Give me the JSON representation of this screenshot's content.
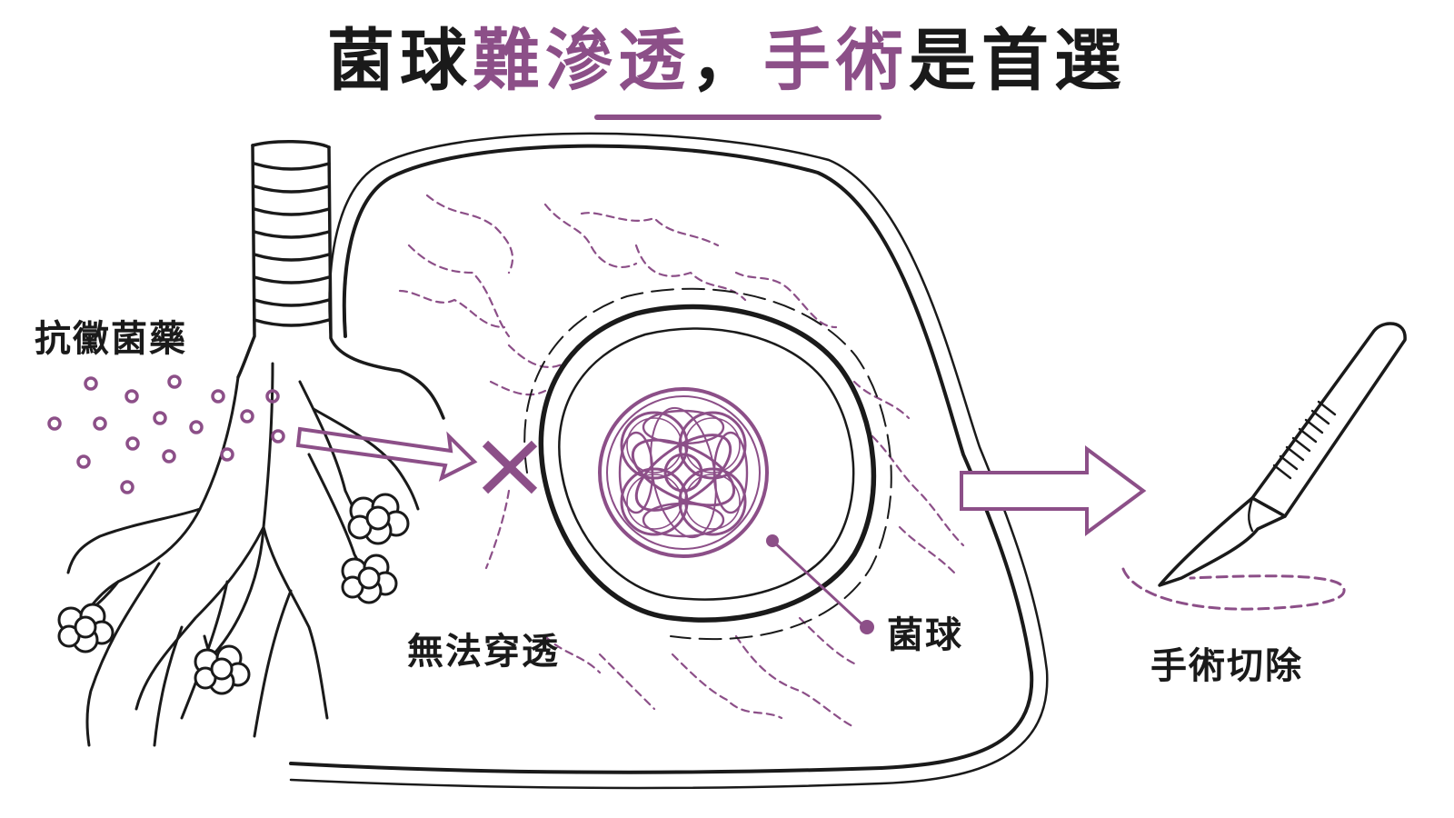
{
  "title": {
    "part1": "菌球",
    "part2": "難滲透",
    "part3": "，",
    "part4": "手術",
    "part5": "是首選"
  },
  "labels": {
    "antifungal": "抗黴菌藥",
    "cannot_penetrate": "無法穿透",
    "fungus_ball": "菌球",
    "surgical_resection": "手術切除"
  },
  "colors": {
    "accent": "#8c4f88",
    "ink": "#1a1a1a"
  },
  "icons": [
    "trachea-icon",
    "lung-outline-icon",
    "bronchial-tree-icon",
    "alveoli-icon",
    "drug-particles-icon",
    "blocked-x-icon",
    "cavity-icon",
    "fungus-ball-icon",
    "arrow-right-icon",
    "scalpel-icon",
    "incision-line-icon"
  ]
}
